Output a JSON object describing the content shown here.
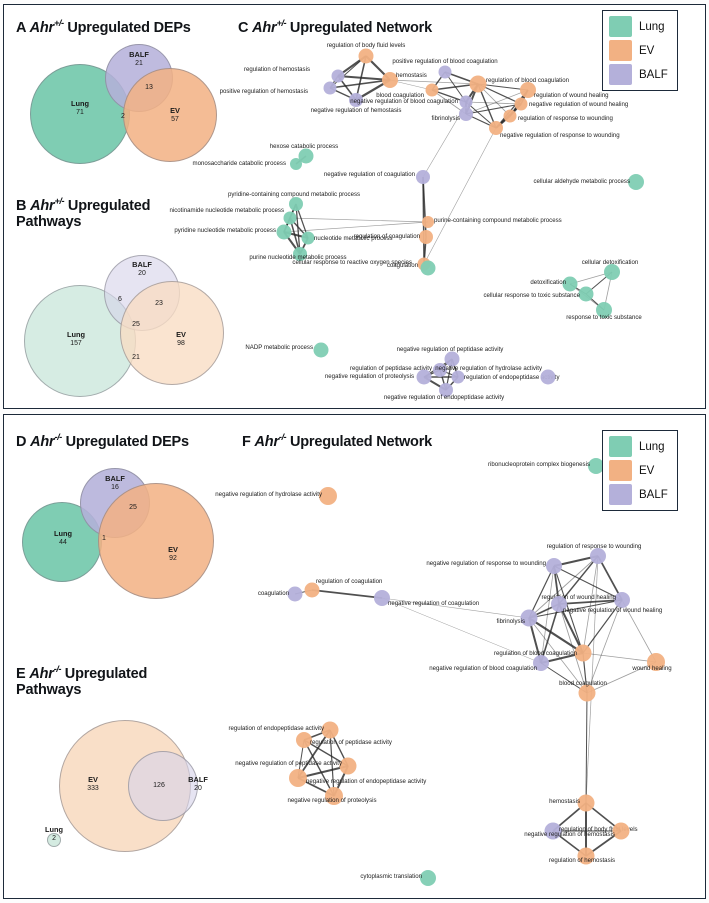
{
  "colors": {
    "lung": "#7fcdb3",
    "ev": "#f2b183",
    "balf": "#b4b0da",
    "lung_fill": "#cfe9de",
    "ev_fill": "#f8dcc3",
    "balf_fill": "#d6d3ea",
    "panel_border": "#1d2a3a",
    "edge": "#2a2a2a"
  },
  "legend": {
    "items": [
      {
        "label": "Lung",
        "color": "#7fcdb3"
      },
      {
        "label": "EV",
        "color": "#f2b183"
      },
      {
        "label": "BALF",
        "color": "#b4b0da"
      }
    ]
  },
  "panels": {
    "A": {
      "letter": "A",
      "gene": "Ahr",
      "sup": "+/-",
      "title_rest": "Upregulated DEPs",
      "venn": {
        "sets": [
          {
            "name": "Lung",
            "count": "71"
          },
          {
            "name": "BALF",
            "count": "21"
          },
          {
            "name": "EV",
            "count": "57"
          }
        ],
        "intersections": [
          {
            "label": "13"
          },
          {
            "label": "2"
          }
        ]
      }
    },
    "B": {
      "letter": "B",
      "gene": "Ahr",
      "sup": "+/-",
      "title_rest": "Upregulated",
      "title_line2": "Pathways",
      "venn": {
        "sets": [
          {
            "name": "Lung",
            "count": "157"
          },
          {
            "name": "BALF",
            "count": "20"
          },
          {
            "name": "EV",
            "count": "98"
          }
        ],
        "intersections": [
          {
            "label": "6"
          },
          {
            "label": "23"
          },
          {
            "label": "25"
          },
          {
            "label": "21"
          }
        ]
      }
    },
    "C": {
      "letter": "C",
      "gene": "Ahr",
      "sup": "+/-",
      "title_rest": "Upregulated Network",
      "nodes": [
        {
          "label": "regulation of body fluid levels",
          "group": "EV"
        },
        {
          "label": "regulation of hemostasis",
          "group": "BALF"
        },
        {
          "label": "hemostasis",
          "group": "EV"
        },
        {
          "label": "positive regulation of hemostasis",
          "group": "BALF"
        },
        {
          "label": "negative regulation of hemostasis",
          "group": "BALF"
        },
        {
          "label": "positive regulation of blood coagulation",
          "group": "BALF"
        },
        {
          "label": "blood coagulation",
          "group": "EV"
        },
        {
          "label": "regulation of blood coagulation",
          "group": "EV"
        },
        {
          "label": "negative regulation of blood coagulation",
          "group": "BALF"
        },
        {
          "label": "fibrinolysis",
          "group": "BALF"
        },
        {
          "label": "regulation of wound healing",
          "group": "EV"
        },
        {
          "label": "negative regulation of wound healing",
          "group": "EV"
        },
        {
          "label": "regulation of response to wounding",
          "group": "EV"
        },
        {
          "label": "negative regulation of response to wounding",
          "group": "EV"
        },
        {
          "label": "hexose catabolic process",
          "group": "Lung"
        },
        {
          "label": "monosaccharide catabolic process",
          "group": "Lung"
        },
        {
          "label": "pyridine-containing compound metabolic process",
          "group": "Lung"
        },
        {
          "label": "nicotinamide nucleotide metabolic process",
          "group": "Lung"
        },
        {
          "label": "pyridine nucleotide metabolic process",
          "group": "Lung"
        },
        {
          "label": "nucleotide metabolic process",
          "group": "Lung"
        },
        {
          "label": "purine nucleotide metabolic process",
          "group": "Lung"
        },
        {
          "label": "purine-containing compound metabolic process",
          "group": "EV"
        },
        {
          "label": "regulation of coagulation",
          "group": "EV"
        },
        {
          "label": "negative regulation of coagulation",
          "group": "BALF"
        },
        {
          "label": "coagulation",
          "group": "EV"
        },
        {
          "label": "cellular response to reactive oxygen species",
          "group": "Lung"
        },
        {
          "label": "cellular aldehyde metabolic process",
          "group": "Lung"
        },
        {
          "label": "cellular detoxification",
          "group": "Lung"
        },
        {
          "label": "detoxification",
          "group": "Lung"
        },
        {
          "label": "cellular response to toxic substance",
          "group": "Lung"
        },
        {
          "label": "response to toxic substance",
          "group": "Lung"
        },
        {
          "label": "NADP metabolic process",
          "group": "Lung"
        },
        {
          "label": "negative regulation of peptidase activity",
          "group": "BALF"
        },
        {
          "label": "regulation of peptidase activity",
          "group": "BALF"
        },
        {
          "label": "negative regulation of proteolysis",
          "group": "BALF"
        },
        {
          "label": "regulation of endopeptidase activity",
          "group": "BALF"
        },
        {
          "label": "negative regulation of endopeptidase activity",
          "group": "BALF"
        },
        {
          "label": "negative regulation of hydrolase activity",
          "group": "BALF"
        }
      ]
    },
    "D": {
      "letter": "D",
      "gene": "Ahr",
      "sup": "-/-",
      "title_rest": "Upregulated DEPs",
      "venn": {
        "sets": [
          {
            "name": "Lung",
            "count": "44"
          },
          {
            "name": "BALF",
            "count": "16"
          },
          {
            "name": "EV",
            "count": "92"
          }
        ],
        "intersections": [
          {
            "label": "25"
          },
          {
            "label": "1"
          }
        ]
      }
    },
    "E": {
      "letter": "E",
      "gene": "Ahr",
      "sup": "-/-",
      "title_rest": "Upregulated",
      "title_line2": "Pathways",
      "venn": {
        "sets": [
          {
            "name": "EV",
            "count": "333"
          },
          {
            "name": "BALF",
            "count": "20"
          },
          {
            "name": "Lung",
            "count": "2"
          }
        ],
        "intersections": [
          {
            "label": "126"
          }
        ]
      }
    },
    "F": {
      "letter": "F",
      "gene": "Ahr",
      "sup": "-/-",
      "title_rest": "Upregulated Network",
      "nodes": [
        {
          "label": "ribonucleoprotein complex biogenesis",
          "group": "Lung"
        },
        {
          "label": "negative regulation of hydrolase activity",
          "group": "EV"
        },
        {
          "label": "coagulation",
          "group": "BALF"
        },
        {
          "label": "regulation of coagulation",
          "group": "EV"
        },
        {
          "label": "negative regulation of coagulation",
          "group": "BALF"
        },
        {
          "label": "regulation of response to wounding",
          "group": "BALF"
        },
        {
          "label": "negative regulation of response to wounding",
          "group": "BALF"
        },
        {
          "label": "regulation of wound healing",
          "group": "BALF"
        },
        {
          "label": "negative regulation of wound healing",
          "group": "BALF"
        },
        {
          "label": "fibrinolysis",
          "group": "BALF"
        },
        {
          "label": "regulation of blood coagulation",
          "group": "EV"
        },
        {
          "label": "negative regulation of blood coagulation",
          "group": "BALF"
        },
        {
          "label": "wound healing",
          "group": "EV"
        },
        {
          "label": "blood coagulation",
          "group": "EV"
        },
        {
          "label": "regulation of endopeptidase activity",
          "group": "EV"
        },
        {
          "label": "regulation of peptidase activity",
          "group": "EV"
        },
        {
          "label": "negative regulation of peptidase activity",
          "group": "EV"
        },
        {
          "label": "negative regulation of endopeptidase activity",
          "group": "EV"
        },
        {
          "label": "negative regulation of proteolysis",
          "group": "EV"
        },
        {
          "label": "hemostasis",
          "group": "EV"
        },
        {
          "label": "regulation of body fluid levels",
          "group": "BALF"
        },
        {
          "label": "negative regulation of hemostasis",
          "group": "EV"
        },
        {
          "label": "regulation of hemostasis",
          "group": "EV"
        },
        {
          "label": "cytoplasmic translation",
          "group": "Lung"
        }
      ]
    }
  }
}
